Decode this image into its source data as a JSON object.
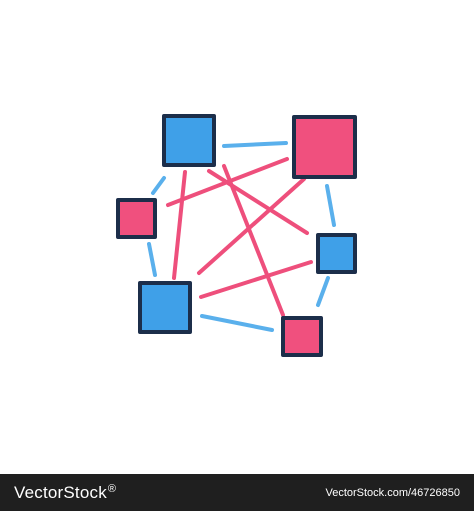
{
  "illustration": {
    "colors": {
      "outline": "#1c2e4a",
      "blue": "#3fa0e8",
      "pink": "#f0507e",
      "blue_line": "#5ab0ec",
      "pink_line": "#ee4f7c",
      "background": "#ffffff"
    },
    "nodes": [
      {
        "name": "blue-square-top-left",
        "color": "blue"
      },
      {
        "name": "pink-square-top-right",
        "color": "pink"
      },
      {
        "name": "pink-square-left",
        "color": "pink"
      },
      {
        "name": "blue-square-right",
        "color": "blue"
      },
      {
        "name": "blue-square-bottom-left",
        "color": "blue"
      },
      {
        "name": "pink-square-bottom-right",
        "color": "pink"
      }
    ]
  },
  "footer": {
    "brand": "VectorStock",
    "brand_mark": "®",
    "url": "VectorStock.com/46726850",
    "background": "#1f1f1f"
  }
}
